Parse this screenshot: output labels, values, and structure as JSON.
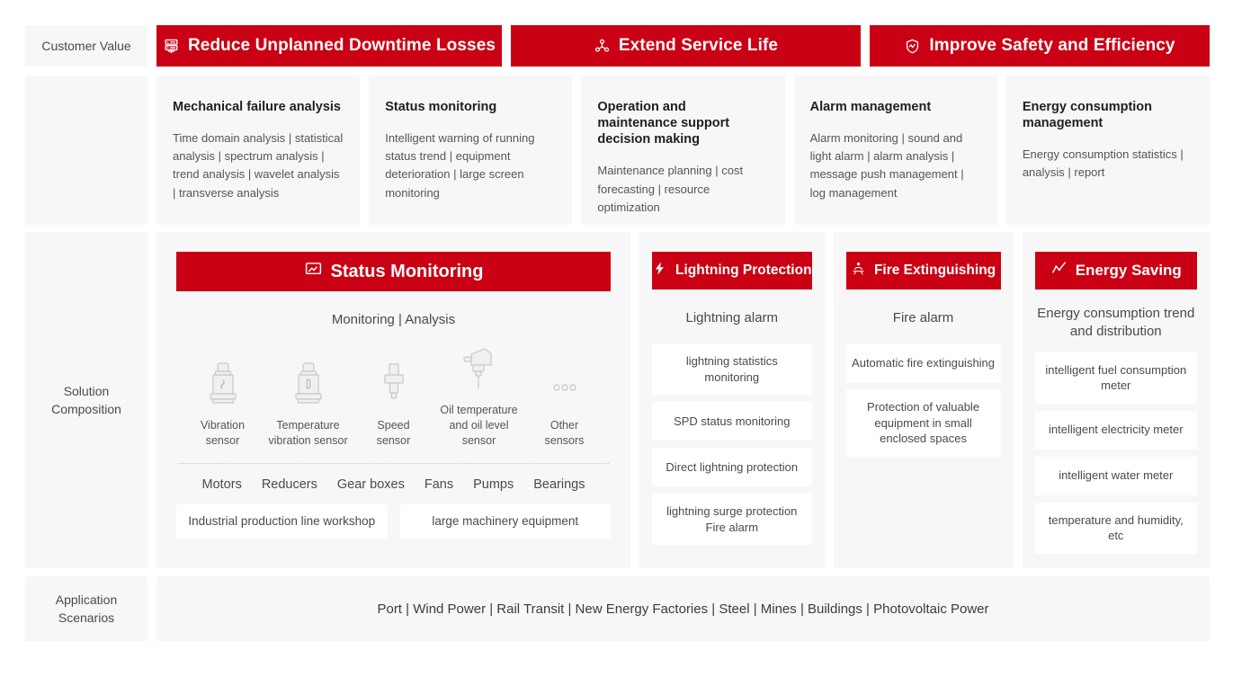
{
  "rows": {
    "customer_value_label": "Customer Value",
    "solution_label": "Solution\nComposition",
    "solution_label_l1": "Solution",
    "solution_label_l2": "Composition",
    "application_label_l1": "Application",
    "application_label_l2": "Scenarios"
  },
  "colors": {
    "brand_red": "#ca0014",
    "panel_gray": "#f7f7f7",
    "text_dark": "#1f1f1f",
    "text_body": "#555555"
  },
  "customer_value": [
    {
      "label": "Reduce Unplanned Downtime Losses",
      "icon": "server-rack-icon"
    },
    {
      "label": "Extend Service Life",
      "icon": "network-nodes-icon"
    },
    {
      "label": "Improve Safety and Efficiency",
      "icon": "shield-check-icon"
    }
  ],
  "features": [
    {
      "title": "Mechanical failure analysis",
      "body": "Time domain analysis | statistical analysis | spectrum analysis | trend analysis | wavelet analysis | transverse analysis"
    },
    {
      "title": "Status monitoring",
      "body": "Intelligent warning of running status trend | equipment deterioration | large screen monitoring"
    },
    {
      "title": "Operation and maintenance support decision making",
      "body": "Maintenance planning | cost forecasting | resource optimization"
    },
    {
      "title": "Alarm management",
      "body": "Alarm monitoring | sound and light alarm | alarm analysis | message push management | log management"
    },
    {
      "title": "Energy consumption management",
      "body": "Energy consumption statistics | analysis | report"
    }
  ],
  "status_monitoring": {
    "header": "Status Monitoring",
    "header_icon": "monitor-screen-icon",
    "subtitle": "Monitoring | Analysis",
    "sensors": [
      {
        "name": "Vibration sensor",
        "line1": "Vibration",
        "line2": "sensor",
        "icon": "vibration-sensor-icon"
      },
      {
        "name": "Temperature vibration sensor",
        "line1": "Temperature",
        "line2": "vibration sensor",
        "icon": "temperature-vibration-sensor-icon"
      },
      {
        "name": "Speed sensor",
        "line1": "Speed",
        "line2": "sensor",
        "icon": "speed-sensor-icon"
      },
      {
        "name": "Oil temperature and oil level sensor",
        "line1": "Oil temperature",
        "line2": "and oil level sensor",
        "icon": "oil-level-sensor-icon"
      },
      {
        "name": "Other sensors",
        "line1": "Other",
        "line2": "sensors",
        "icon": "three-dots-icon"
      }
    ],
    "equipment": [
      "Motors",
      "Reducers",
      "Gear boxes",
      "Fans",
      "Pumps",
      "Bearings"
    ],
    "targets": [
      "Industrial production line workshop",
      "large machinery equipment"
    ]
  },
  "lightning_protection": {
    "header": "Lightning Protection",
    "header_icon": "lightning-bolt-icon",
    "subtitle": "Lightning alarm",
    "items": [
      "lightning statistics monitoring",
      "SPD status monitoring",
      "Direct lightning protection",
      "lightning surge protection Fire alarm"
    ]
  },
  "fire_extinguishing": {
    "header": "Fire Extinguishing",
    "header_icon": "fire-extinguisher-icon",
    "subtitle": "Fire alarm",
    "items": [
      "Automatic fire extinguishing",
      "Protection of valuable equipment in small enclosed spaces"
    ]
  },
  "energy_saving": {
    "header": "Energy Saving",
    "header_icon": "trend-line-icon",
    "subtitle": "Energy consumption trend and distribution",
    "items": [
      "intelligent fuel consumption meter",
      "intelligent electricity meter",
      "intelligent water meter",
      "temperature and humidity, etc"
    ]
  },
  "application_scenarios": {
    "text": "Port | Wind Power | Rail Transit | New Energy Factories | Steel | Mines | Buildings | Photovoltaic Power"
  }
}
